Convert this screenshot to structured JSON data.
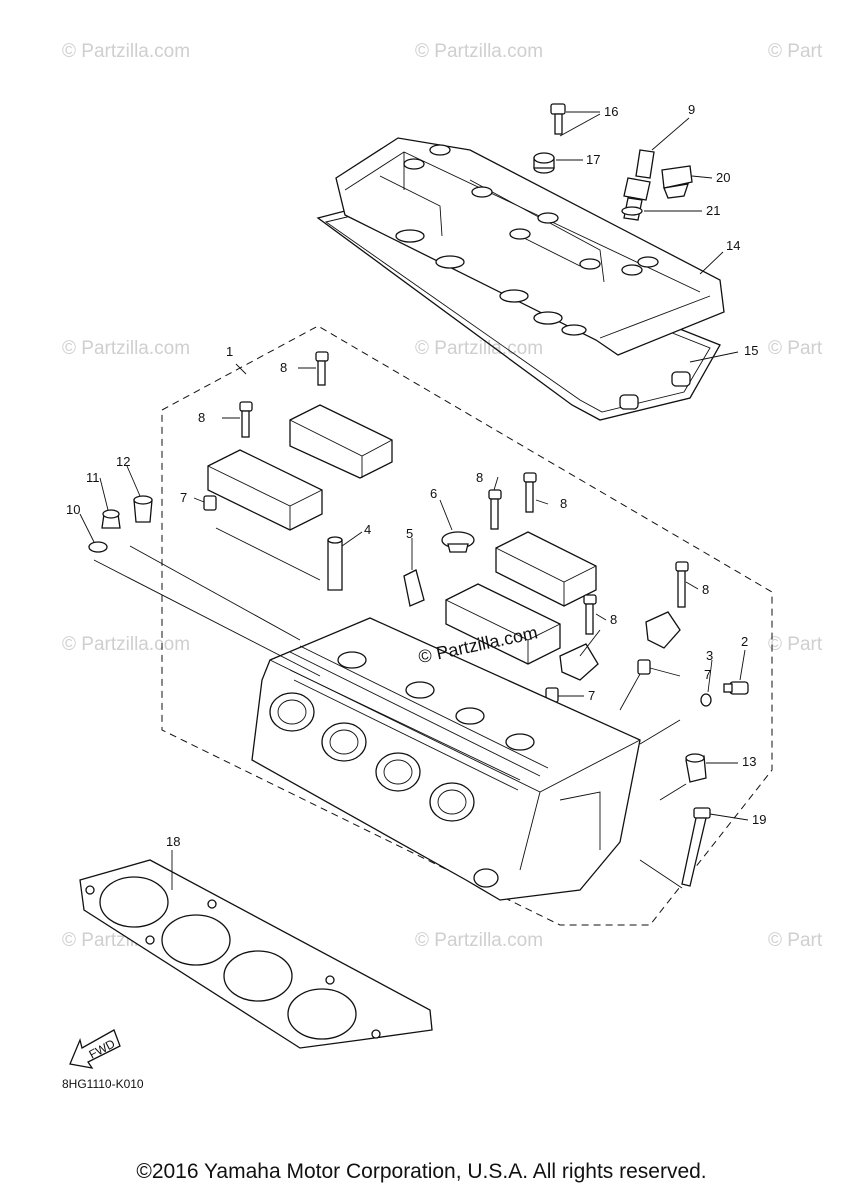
{
  "watermarks": {
    "text": "© Partzilla.com",
    "edge_text": "© Part",
    "center_text": "© Partzilla.com"
  },
  "part_numbers": [
    "1",
    "2",
    "3",
    "4",
    "5",
    "6",
    "7",
    "7",
    "7",
    "7",
    "8",
    "8",
    "8",
    "8",
    "8",
    "8",
    "8",
    "9",
    "10",
    "11",
    "12",
    "13",
    "14",
    "15",
    "16",
    "17",
    "18",
    "19",
    "20",
    "21"
  ],
  "forward_label": "FWD",
  "diagram_code": "8HG1110-K010",
  "copyright": "©2016 Yamaha Motor Corporation, U.S.A. All rights reserved.",
  "colors": {
    "line": "#111111",
    "watermark": "#cfcfcf",
    "background": "#ffffff"
  }
}
